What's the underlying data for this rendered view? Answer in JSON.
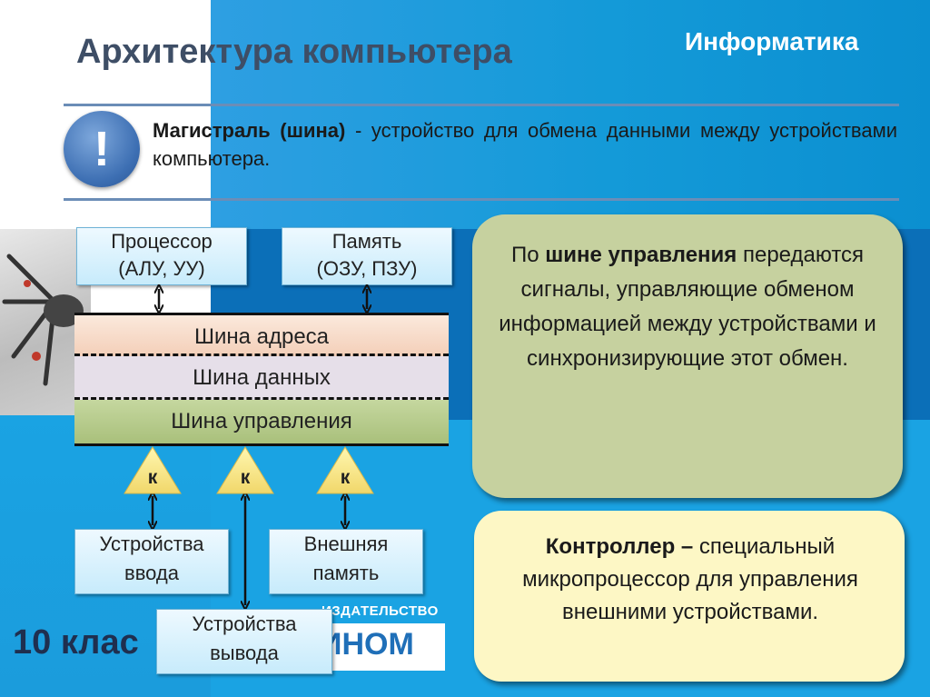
{
  "header": {
    "title": "Архитектура компьютера",
    "subject": "Информатика"
  },
  "definition": {
    "term": "Магистраль (шина)",
    "text": " - устройство для обмена данными между устройствами компьютера."
  },
  "diagram": {
    "processor": {
      "line1": "Процессор",
      "line2": "(АЛУ, УУ)"
    },
    "memory": {
      "line1": "Память",
      "line2": "(ОЗУ, ПЗУ)"
    },
    "buses": {
      "address": "Шина адреса",
      "data": "Шина данных",
      "control": "Шина управления"
    },
    "controller_label": "к",
    "input_devices": {
      "line1": "Устройства",
      "line2": "ввода"
    },
    "external_memory": {
      "line1": "Внешняя",
      "line2": "память"
    },
    "output_devices": {
      "line1": "Устройства",
      "line2": "вывода"
    }
  },
  "control_bus_card": {
    "prefix": "По ",
    "bold": "шине управления",
    "rest": " передаются сигналы, управляющие обменом информацией между устройствами и синхронизирующие этот обмен."
  },
  "controller_card": {
    "bold": "Контроллер –",
    "rest": " специальный микропроцессор для управления внешними устройствами."
  },
  "footer": {
    "grade": "10 клас",
    "publisher_small": "ИЗДАТЕЛЬСТВО",
    "publisher_big": "ИНОМ"
  },
  "colors": {
    "accent_blue": "#149ad8",
    "title": "#3e4e66",
    "green_card": "#c6d19f",
    "yellow_card": "#fdf7c5"
  }
}
